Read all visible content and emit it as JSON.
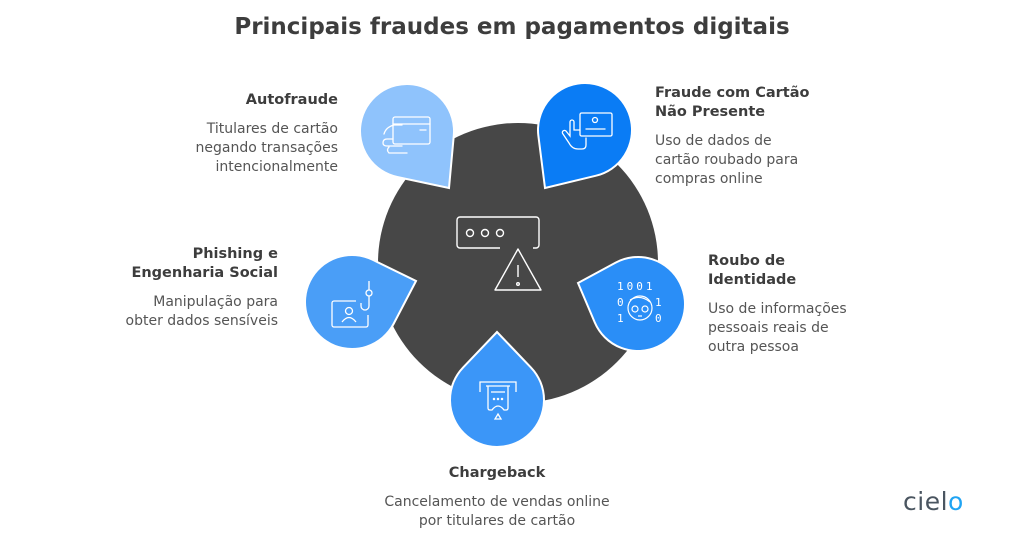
{
  "title": "Principais fraudes em pagamentos digitais",
  "colors": {
    "center": "#474747",
    "autofraude": "#8fc3fc",
    "cnp": "#0a7cf5",
    "identidade": "#2a8ef7",
    "chargeback": "#3b96f8",
    "phishing": "#4a9ef7"
  },
  "items": [
    {
      "title": "Autofraude",
      "description": "Titulares de cartão\nnegando transações\nintencionalmente",
      "icon": "hand-card-icon"
    },
    {
      "title": "Fraude com Cartão\nNão Presente",
      "description": "Uso de dados de\ncartão roubado para\ncompras online",
      "icon": "hand-holding-card-icon"
    },
    {
      "title": "Roubo de\nIdentidade",
      "description": "Uso de informações\npessoais reais de\noutra pessoa",
      "icon": "binary-person-icon"
    },
    {
      "title": "Chargeback",
      "description": "Cancelamento de vendas online\npor titulares de cartão",
      "icon": "receipt-terminal-icon"
    },
    {
      "title": "Phishing e\nEngenharia Social",
      "description": "Manipulação para\nobter dados sensíveis",
      "icon": "phishing-hook-icon"
    }
  ],
  "logo": {
    "text_main": "ciel",
    "text_accent": "o"
  }
}
